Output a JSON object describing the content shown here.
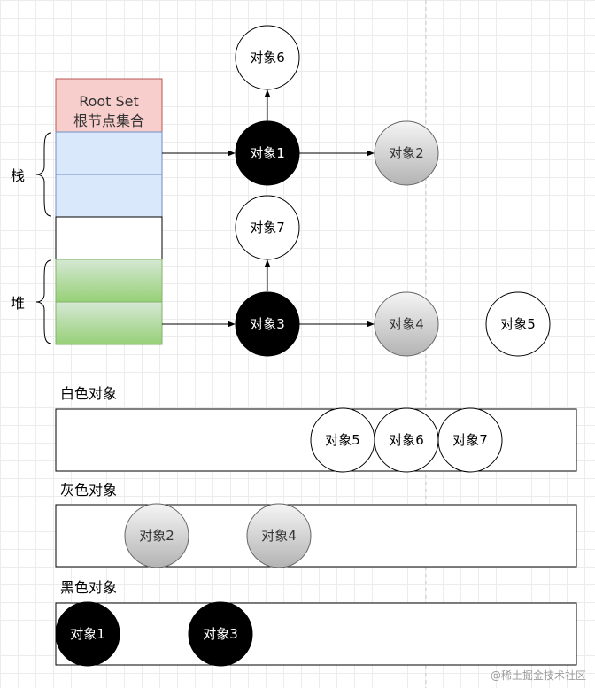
{
  "root_set": {
    "line1": "Root Set",
    "line2": "根节点集合"
  },
  "stack_label": "栈",
  "heap_label": "堆",
  "objects": {
    "obj1": "对象1",
    "obj2": "对象2",
    "obj3": "对象3",
    "obj4": "对象4",
    "obj5": "对象5",
    "obj6": "对象6",
    "obj7": "对象7"
  },
  "groups": {
    "white": {
      "label": "白色对象",
      "items": [
        "对象5",
        "对象6",
        "对象7"
      ]
    },
    "gray": {
      "label": "灰色对象",
      "items": [
        "对象2",
        "对象4"
      ]
    },
    "black": {
      "label": "黑色对象",
      "items": [
        "对象1",
        "对象3"
      ]
    }
  },
  "colors": {
    "root_fill": "#f8cecc",
    "root_stroke": "#b85450",
    "stack_fill": "#dae8fc",
    "stack_stroke": "#6c8ebf",
    "heap_fill_top": "#d5e8d4",
    "heap_fill_bottom": "#97d077",
    "heap_stroke": "#82b366",
    "black_node": "#000000",
    "gray_node_top": "#f5f5f5",
    "gray_node_bottom": "#b3b3b3",
    "white_node": "#ffffff"
  },
  "watermark": "@稀土掘金技术社区"
}
